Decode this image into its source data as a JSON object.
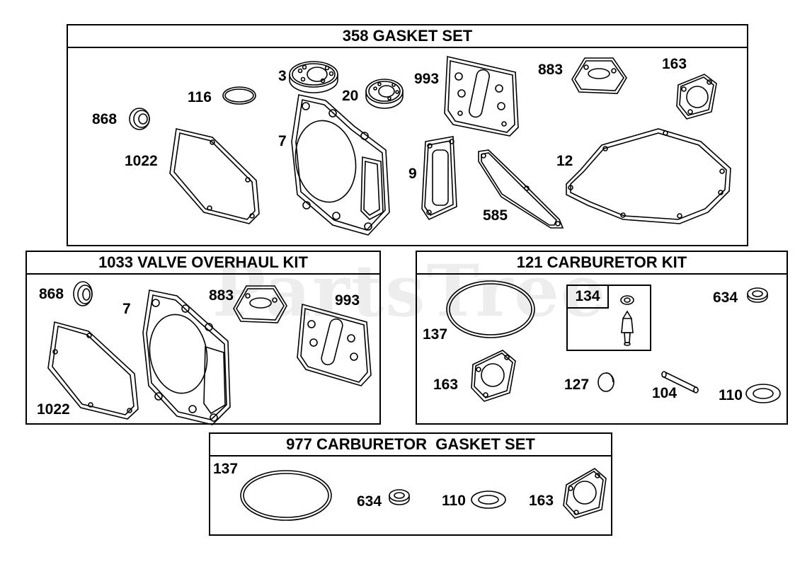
{
  "watermark": "PartsTree",
  "panels": {
    "gasket_set": {
      "title": "358 GASKET SET",
      "labels": [
        "868",
        "116",
        "3",
        "20",
        "993",
        "883",
        "163",
        "1022",
        "7",
        "9",
        "585",
        "12"
      ]
    },
    "valve_kit": {
      "title": "1033 VALVE OVERHAUL KIT",
      "labels": [
        "868",
        "7",
        "883",
        "993",
        "1022"
      ]
    },
    "carb_kit": {
      "title": "121 CARBURETOR KIT",
      "box_label": "134",
      "labels": [
        "137",
        "634",
        "163",
        "127",
        "104",
        "110"
      ]
    },
    "carb_gasket_set": {
      "title": "977 CARBURETOR  GASKET SET",
      "labels": [
        "137",
        "634",
        "110",
        "163"
      ]
    }
  }
}
